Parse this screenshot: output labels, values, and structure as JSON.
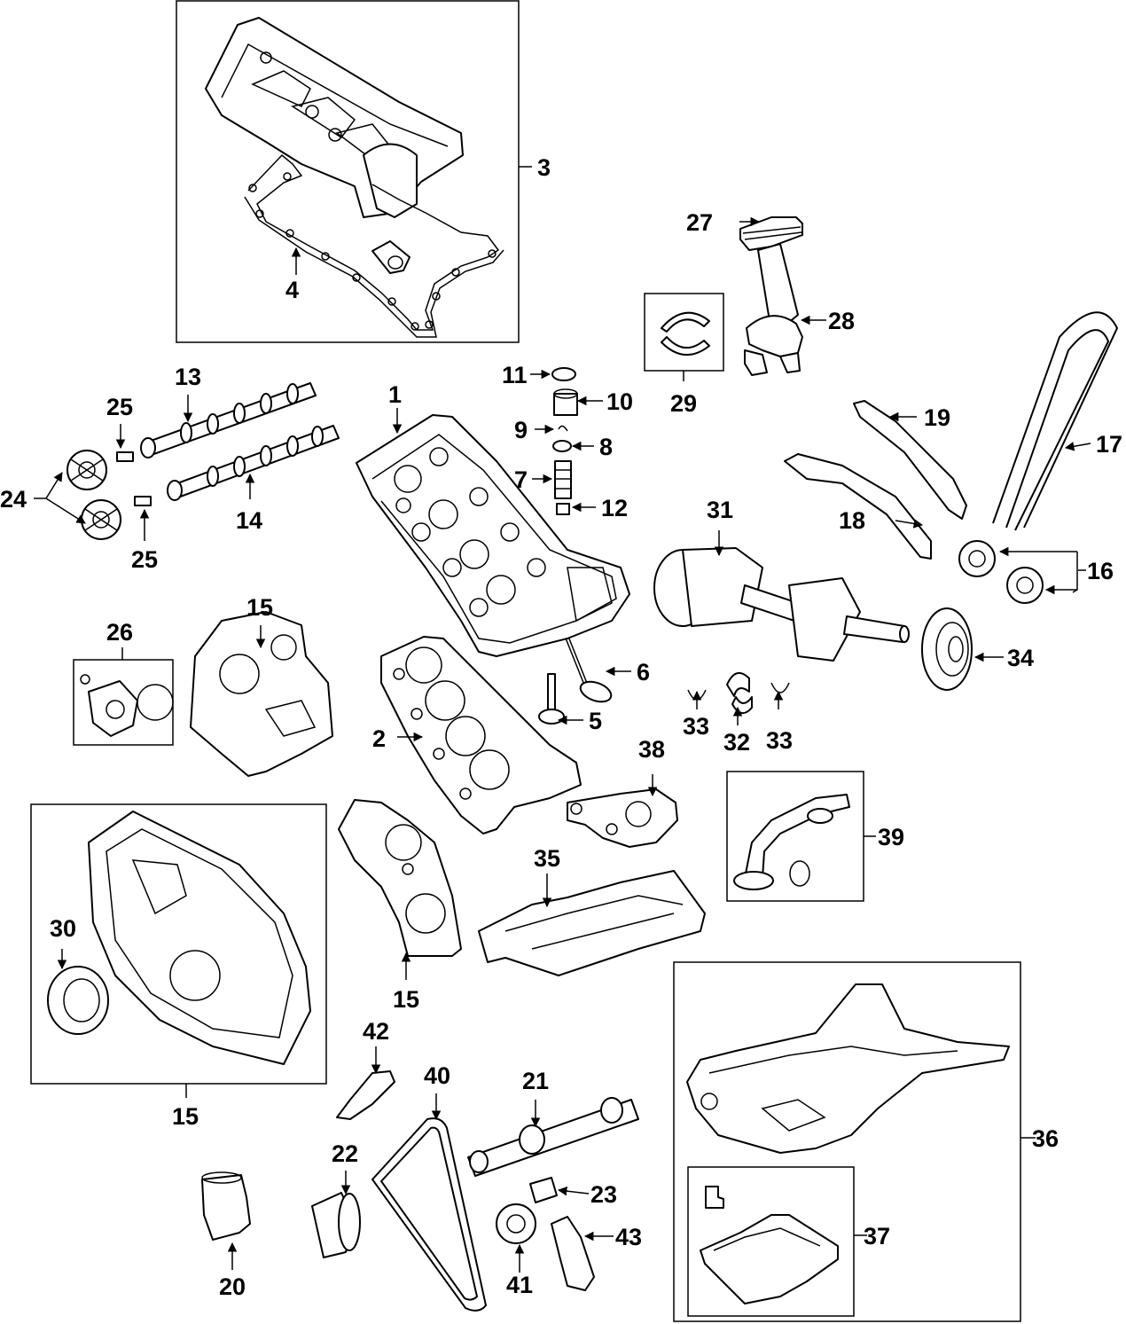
{
  "callouts": {
    "c1": "1",
    "c2": "2",
    "c3": "3",
    "c4": "4",
    "c5": "5",
    "c6": "6",
    "c7": "7",
    "c8": "8",
    "c9": "9",
    "c10": "10",
    "c11": "11",
    "c12": "12",
    "c13": "13",
    "c14": "14",
    "c15a": "15",
    "c15b": "15",
    "c15c": "15",
    "c16": "16",
    "c17": "17",
    "c18": "18",
    "c19": "19",
    "c20": "20",
    "c21": "21",
    "c22": "22",
    "c23": "23",
    "c24": "24",
    "c25a": "25",
    "c25b": "25",
    "c26": "26",
    "c27": "27",
    "c28": "28",
    "c29": "29",
    "c30": "30",
    "c31": "31",
    "c32": "32",
    "c33a": "33",
    "c33b": "33",
    "c34": "34",
    "c35": "35",
    "c36": "36",
    "c37": "37",
    "c38": "38",
    "c39": "39",
    "c40": "40",
    "c41": "41",
    "c42": "42",
    "c43": "43"
  },
  "colors": {
    "line": "#000000",
    "background": "#ffffff"
  }
}
